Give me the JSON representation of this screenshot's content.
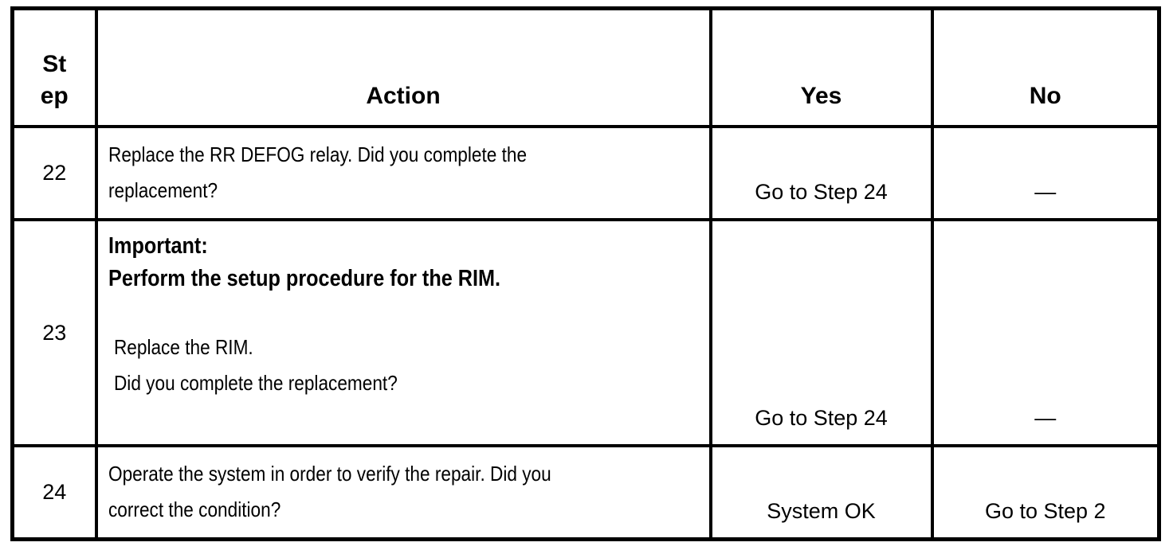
{
  "table": {
    "colors": {
      "border": "#000000",
      "background": "#ffffff",
      "text": "#000000"
    },
    "headers": {
      "step_lines": [
        "St",
        "ep"
      ],
      "action": "Action",
      "yes": "Yes",
      "no": "No"
    },
    "rows": [
      {
        "step": "22",
        "action_lines": [
          "Replace the RR DEFOG relay. Did you complete the",
          "replacement?"
        ],
        "yes": "Go to Step 24",
        "no": "—"
      },
      {
        "step": "23",
        "important_heading": "Important:",
        "important_text": "Perform the setup procedure for the RIM.",
        "action_lines": [
          "Replace the RIM.",
          "Did you complete the replacement?"
        ],
        "yes": "Go to Step 24",
        "no": "—"
      },
      {
        "step": "24",
        "action_lines": [
          "Operate the system in order to verify the repair. Did you",
          "correct the condition?"
        ],
        "yes": "System OK",
        "no": "Go to Step 2"
      }
    ]
  }
}
